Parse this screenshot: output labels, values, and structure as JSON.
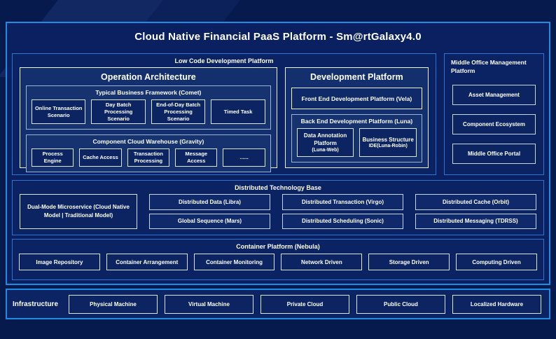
{
  "title": "Cloud Native Financial PaaS Platform - Sm@rtGalaxy4.0",
  "colors": {
    "page_background": "#071a4e",
    "frame_border": "#1f8be4",
    "panel_border": "#2f74d2",
    "panel_fill": "#0b2263",
    "bigbox_border": "#eef3fa",
    "bigbox_fill": "#142f6d",
    "group_border": "#9db3d6",
    "leaf_border": "#d9e4f4",
    "leaf_fill": "#0c2562",
    "text": "#ffffff"
  },
  "low_code": {
    "label": "Low Code Development Platform",
    "operation_architecture": {
      "label": "Operation Architecture",
      "comet": {
        "label": "Typical Business Framework (Comet)",
        "items": [
          "Online Transaction Scenario",
          "Day Batch Processing Scenario",
          "End-of-Day Batch Processing Scenario",
          "Timed Task"
        ]
      },
      "gravity": {
        "label": "Component Cloud Warehouse (Gravity)",
        "items": [
          "Process Engine",
          "Cache Access",
          "Transaction Processing",
          "Message Access",
          "......"
        ]
      }
    },
    "development_platform": {
      "label": "Development Platform",
      "front_end": "Front End Development Platform (Vela)",
      "back_end": {
        "label": "Back End Development Platform (Luna)",
        "items": [
          {
            "label": "Data Annotation Platform",
            "sublabel": "(Luna-Web)"
          },
          {
            "label": "Business Structure",
            "sublabel": "IDE(Luna-Robin)"
          }
        ]
      }
    }
  },
  "middle_office": {
    "label": "Middle Office Management Platform",
    "items": [
      "Asset Management",
      "Component Ecosystem",
      "Middle Office Portal"
    ]
  },
  "distributed": {
    "label": "Distributed Technology Base",
    "dual_mode": "Dual-Mode Microservice (Cloud Native Model | Traditional Model)",
    "grid": [
      [
        "Distributed Data (Libra)",
        "Distributed Transaction (Virgo)",
        "Distributed Cache (Orbit)"
      ],
      [
        "Global Sequence (Mars)",
        "Distributed Scheduling (Sonic)",
        "Distributed Messaging (TDRSS)"
      ]
    ]
  },
  "container": {
    "label": "Container Platform (Nebula)",
    "items": [
      "Image Repository",
      "Container Arrangement",
      "Container Monitoring",
      "Network Driven",
      "Storage Driven",
      "Computing Driven"
    ]
  },
  "infrastructure": {
    "label": "Infrastructure",
    "items": [
      "Physical Machine",
      "Virtual Machine",
      "Private Cloud",
      "Public Cloud",
      "Localized Hardware"
    ]
  }
}
